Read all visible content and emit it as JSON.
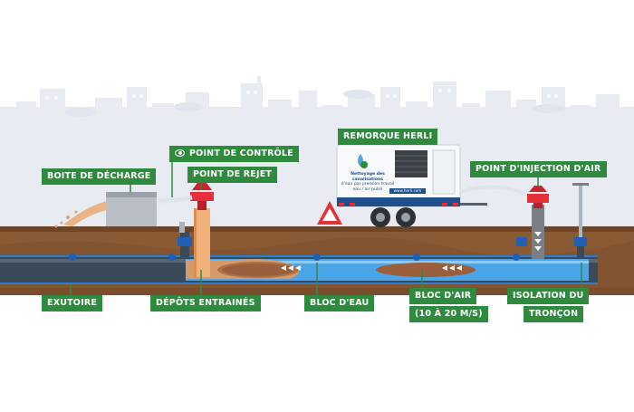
{
  "labels": {
    "boite_decharge": "BOITE DE DÉCHARGE",
    "point_controle": "POINT DE CONTRÔLE",
    "point_rejet": "POINT DE REJET",
    "remorque": "REMORQUE HERLI",
    "point_injection": "POINT D'INJECTION D'AIR",
    "exutoire": "EXUTOIRE",
    "depots": "DÉPÔTS ENTRAINÉS",
    "bloc_eau": "BLOC D'EAU",
    "bloc_air": "BLOC D'AIR",
    "bloc_air_speed": "(10 À 20 M/S)",
    "isolation_1": "ISOLATION DU",
    "isolation_2": "TRONÇON"
  },
  "trailer": {
    "line1": "Nettoyage des canalisations",
    "line2": "d'eau par pression travail",
    "line3": "eau / air pulsé",
    "website": "www.herli.com"
  },
  "colors": {
    "label_bg": "#2e8b3d",
    "ground": "#8a5a34",
    "pipe": "#3a4a5a",
    "water": "#4aa6e8",
    "valve_red": "#e5303a",
    "sky_city": "#e7ebf1"
  }
}
